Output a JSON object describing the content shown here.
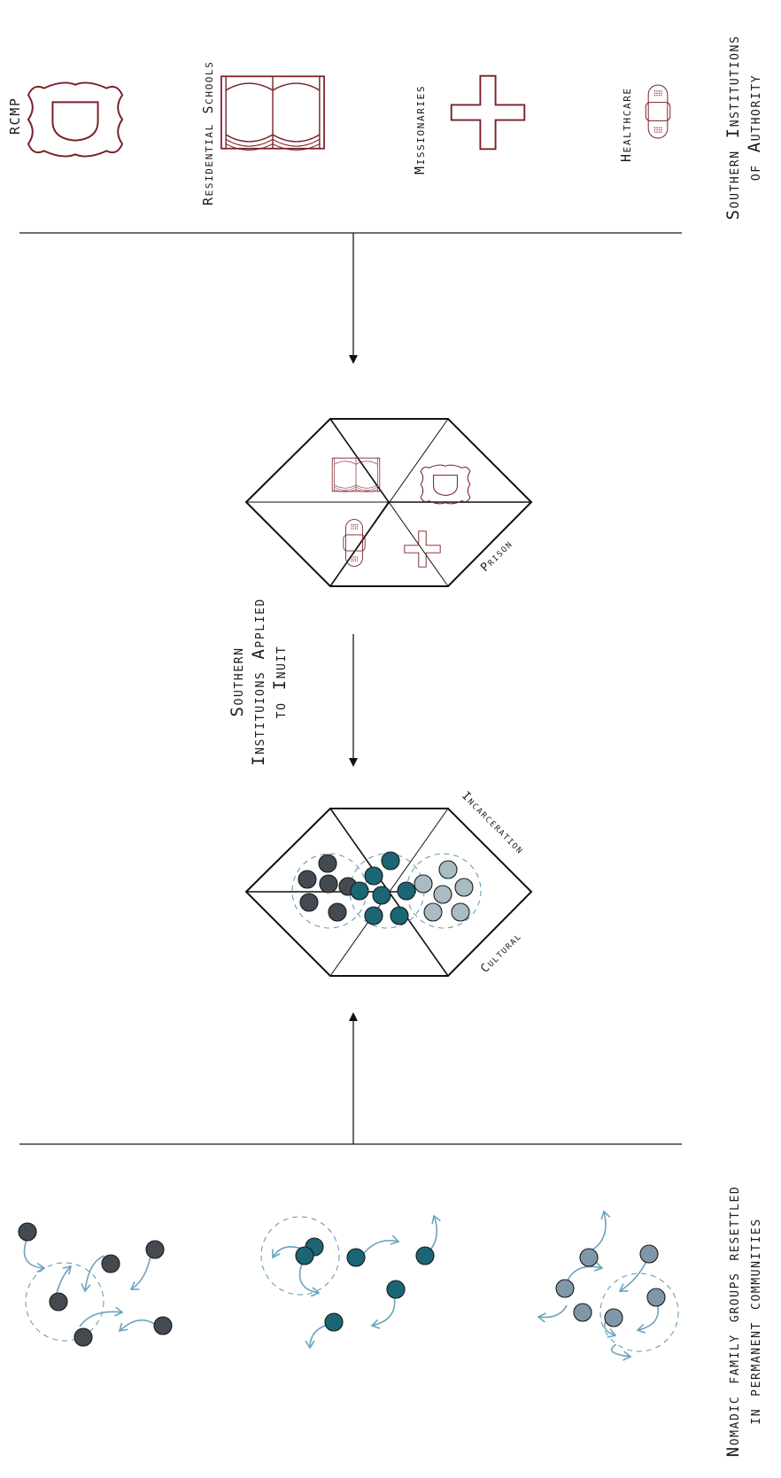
{
  "labels": {
    "rcmp": "RCMP",
    "residential_schools": "Residential Schools",
    "missionaries": "Missionaries",
    "healthcare": "Healthcare",
    "southern_authority_line1": "Southern Institutions",
    "southern_authority_line2": "of Authority",
    "applied_line1": "Southern",
    "applied_line2": "Instituions Applied",
    "applied_line3": "to Inuit",
    "prison": "Prison",
    "incarceration": "Incarceration",
    "cultural": "Cultural",
    "nomadic_line1": "Nomadic family groups resettled",
    "nomadic_line2": "in permanent communities"
  },
  "colors": {
    "icon_red": "#7a1f28",
    "group_dark": "#434a52",
    "group_teal": "#1b6575",
    "group_gray": "#7f98a8",
    "group_light": "#a9bcc4",
    "movement_arrow": "#6aa4bf",
    "dashed_ring": "#5e93ad"
  },
  "icons": {
    "rcmp": "badge-icon",
    "residential_schools": "book-icon",
    "missionaries": "cross-icon",
    "healthcare": "bandage-icon"
  }
}
